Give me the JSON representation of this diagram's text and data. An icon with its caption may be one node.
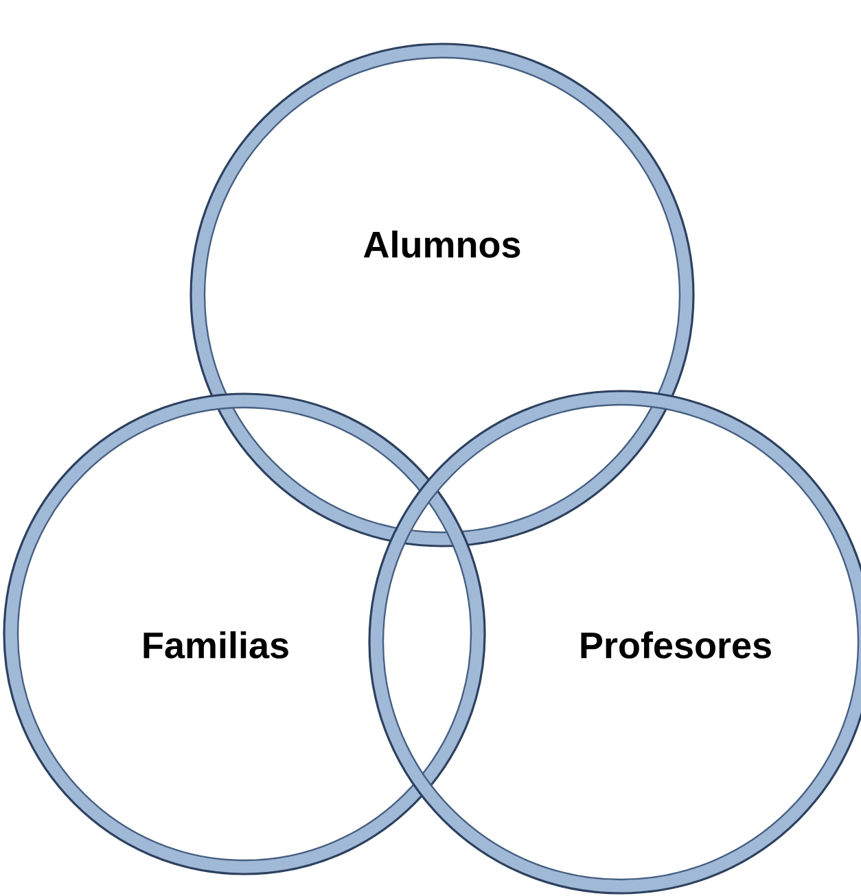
{
  "diagram": {
    "nodes": [
      {
        "text": [
          "Alumnos"
        ]
      },
      {
        "text": [
          "Familias"
        ]
      },
      {
        "text": [
          "Profesores"
        ]
      }
    ]
  }
}
